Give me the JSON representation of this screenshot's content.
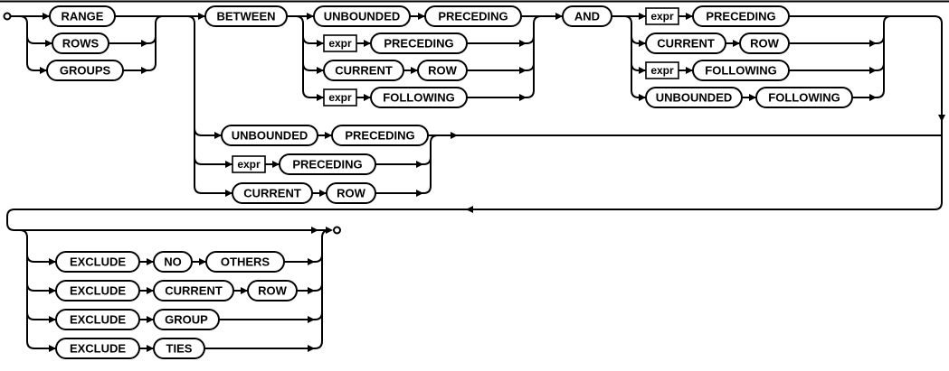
{
  "diagram": {
    "type": "railroad",
    "colors": {
      "line": "#000000",
      "box_fill": "#ffffff",
      "box_stroke": "#000000",
      "background": "#ffffff"
    }
  },
  "labels": {
    "range": "RANGE",
    "rows": "ROWS",
    "groups": "GROUPS",
    "between": "BETWEEN",
    "unbounded": "UNBOUNDED",
    "preceding": "PRECEDING",
    "current": "CURRENT",
    "row": "ROW",
    "following": "FOLLOWING",
    "and": "AND",
    "expr": "expr",
    "exclude": "EXCLUDE",
    "no": "NO",
    "others": "OTHERS",
    "group": "GROUP",
    "ties": "TIES"
  },
  "grammar": {
    "frame_types": [
      "RANGE",
      "ROWS",
      "GROUPS"
    ],
    "between_branch": {
      "keyword": "BETWEEN",
      "start_options": [
        "UNBOUNDED PRECEDING",
        "expr PRECEDING",
        "CURRENT ROW",
        "expr FOLLOWING"
      ],
      "connector": "AND",
      "end_options": [
        "expr PRECEDING",
        "CURRENT ROW",
        "expr FOLLOWING",
        "UNBOUNDED FOLLOWING"
      ]
    },
    "single_options": [
      "UNBOUNDED PRECEDING",
      "expr PRECEDING",
      "CURRENT ROW"
    ],
    "exclude_optional": true,
    "exclude_options": [
      "EXCLUDE NO OTHERS",
      "EXCLUDE CURRENT ROW",
      "EXCLUDE GROUP",
      "EXCLUDE TIES"
    ]
  }
}
